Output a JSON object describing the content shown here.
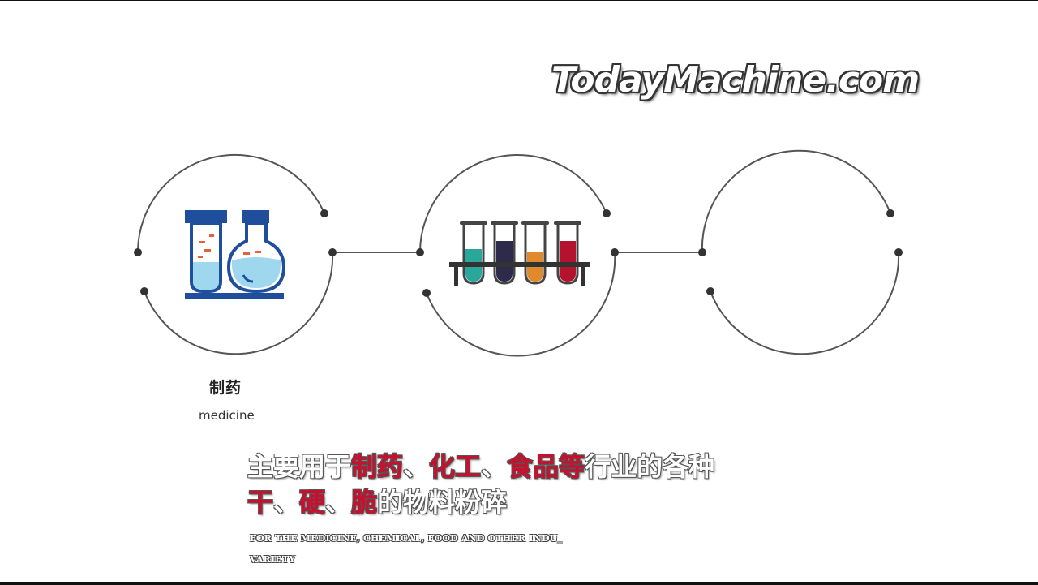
{
  "watermark": "TodayMachine.com",
  "items": [
    {
      "zh": "制药",
      "en": "medicine",
      "icon": "test-tube-flask-icon"
    },
    {
      "icon": "test-tube-rack-icon"
    },
    {
      "icon": ""
    }
  ],
  "caption": {
    "line1": [
      {
        "text": "主要用于",
        "highlight": false
      },
      {
        "text": "制药",
        "highlight": true
      },
      {
        "text": "、",
        "highlight": false
      },
      {
        "text": "化工",
        "highlight": true
      },
      {
        "text": "、",
        "highlight": false
      },
      {
        "text": "食品等",
        "highlight": true
      },
      {
        "text": "行业的各种",
        "highlight": false
      }
    ],
    "line2": [
      {
        "text": "干",
        "highlight": true
      },
      {
        "text": "、",
        "highlight": false
      },
      {
        "text": "硬",
        "highlight": true
      },
      {
        "text": "、",
        "highlight": false
      },
      {
        "text": "脆",
        "highlight": true
      },
      {
        "text": "的物料粉碎",
        "highlight": false
      }
    ],
    "en_line1": "FOR THE MEDICINE, CHEMICAL, FOOD AND OTHER INDU_",
    "en_line2": "VARIETY"
  },
  "colors": {
    "highlight": "#c8102e",
    "icon_blue": "#1f4e9c",
    "icon_light_blue": "#9fd8ee",
    "circle_stroke": "#555555"
  }
}
